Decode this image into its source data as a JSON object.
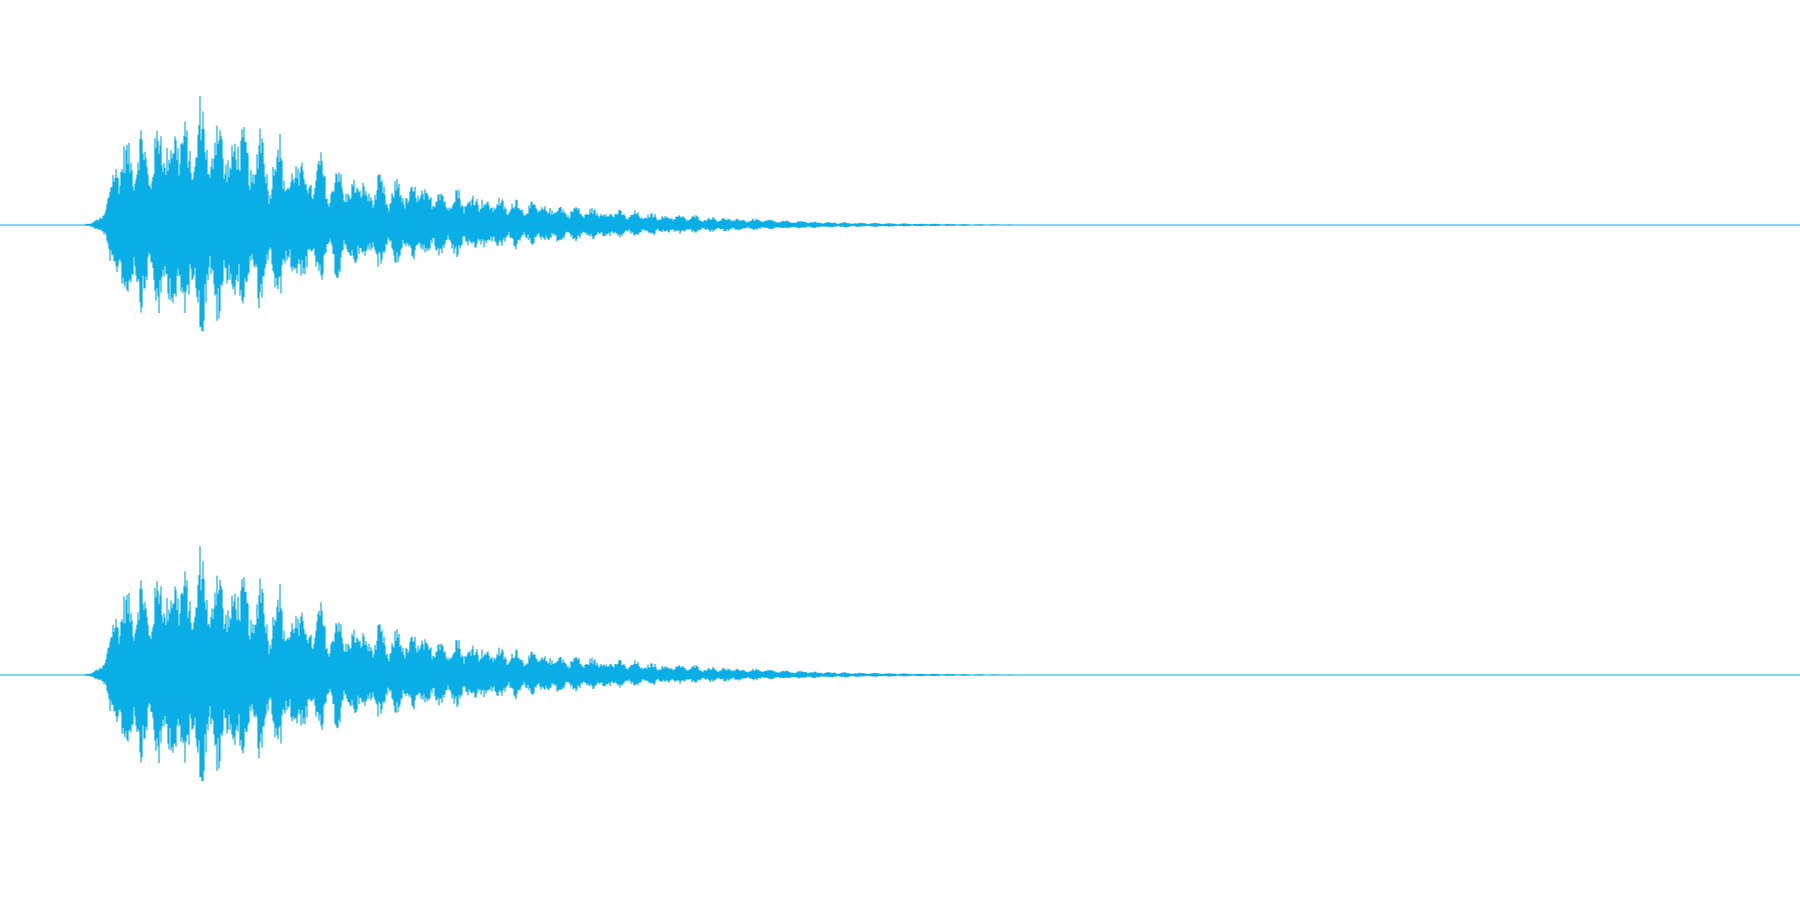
{
  "waveform": {
    "color": "#0aaee6",
    "baseline_color": "#0aaee6",
    "channel_count": 2,
    "peak_envelope": [
      0.0,
      0.02,
      0.06,
      0.35,
      0.62,
      0.55,
      0.7,
      0.48,
      0.82,
      0.6,
      0.9,
      0.52,
      0.95,
      0.58,
      0.88,
      0.45,
      0.92,
      0.4,
      0.78,
      0.36,
      0.72,
      0.3,
      0.62,
      0.28,
      0.55,
      0.26,
      0.48,
      0.24,
      0.42,
      0.22,
      0.38,
      0.2,
      0.36,
      0.22,
      0.34,
      0.21,
      0.3,
      0.19,
      0.28,
      0.18,
      0.26,
      0.16,
      0.22,
      0.14,
      0.2,
      0.13,
      0.18,
      0.12,
      0.16,
      0.11,
      0.14,
      0.1,
      0.13,
      0.09,
      0.12,
      0.08,
      0.1,
      0.07,
      0.09,
      0.06,
      0.08,
      0.06,
      0.07,
      0.05,
      0.06,
      0.05,
      0.05,
      0.04,
      0.045,
      0.04,
      0.035,
      0.03,
      0.03,
      0.028,
      0.025,
      0.022,
      0.02,
      0.02,
      0.018,
      0.016,
      0.015,
      0.014,
      0.013,
      0.012,
      0.011,
      0.01,
      0.01,
      0.009,
      0.008,
      0.008,
      0.007,
      0.006,
      0.006,
      0.005,
      0.005,
      0.004,
      0.004,
      0.003,
      0.003,
      0.002
    ]
  }
}
